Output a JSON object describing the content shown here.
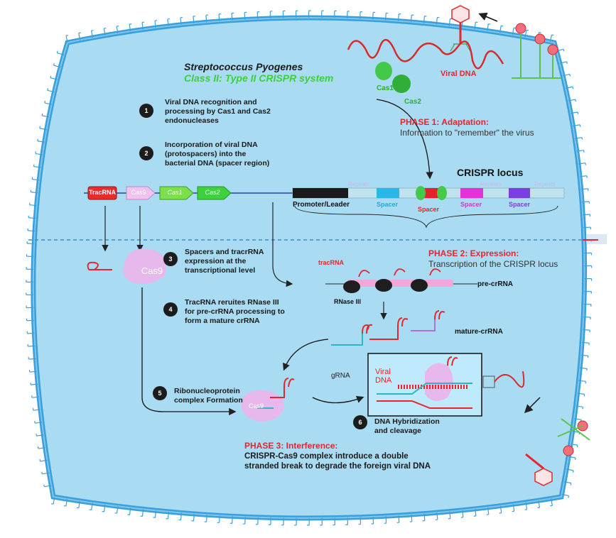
{
  "header": {
    "organism": "Streptococcus Pyogenes",
    "system": "Class II: Type II CRISPR system"
  },
  "steps": [
    {
      "num": "1",
      "text": [
        "Viral DNA recognition and",
        "processing by Cas1 and Cas2",
        "endonucleases"
      ]
    },
    {
      "num": "2",
      "text": [
        "Incorporation of viral DNA",
        "(protospacers) into the",
        "bacterial DNA (spacer region)"
      ]
    },
    {
      "num": "3",
      "text": [
        "Spacers and tracrRNA",
        "expression at the",
        "transcriptional level"
      ]
    },
    {
      "num": "4",
      "text": [
        "TracRNA reruites RNase III",
        "for pre-crRNA processing to",
        "form a mature crRNA"
      ]
    },
    {
      "num": "5",
      "text": [
        "Ribonucleoprotein",
        "complex Formation"
      ]
    },
    {
      "num": "6",
      "text": [
        "DNA Hybridization",
        "and cleavage"
      ]
    }
  ],
  "phases": {
    "phase1_title": "PHASE 1: Adaptation:",
    "phase1_text": "Information to \"remember\" the virus",
    "phase2_title": "PHASE 2: Expression:",
    "phase2_text": "Transcription of the CRISPR locus",
    "phase3_title": "PHASE 3: Interference:",
    "phase3_text": [
      "CRISPR-Cas9 complex introduce a double",
      "stranded break to degrade the foreign viral DNA"
    ]
  },
  "labels": {
    "viral_dna": "Viral DNA",
    "cas1": "Cas1",
    "cas2": "Cas2",
    "crispr_locus": "CRISPR locus",
    "promoter": "Promoter/Leader",
    "repeats": "Repeats",
    "spacer": "Spacer",
    "tracrna_box": "TracRNA",
    "cas9_gene": "Cas9",
    "cas1_gene": "Cas1",
    "cas2_gene": "Cas2",
    "cas9_protein": "Cas9",
    "tracrna_small": "tracRNA",
    "pre_crrna": "pre-crRNA",
    "rnase3": "RNase III",
    "mature_crrna": "mature-crRNA",
    "grna": "gRNA",
    "viral_dna_box": "Viral\nDNA",
    "cas9_complex": "Cas9"
  },
  "colors": {
    "cell_fill": "#a9dcf3",
    "membrane": "#3aa0dc",
    "phase_red": "#e5262e",
    "green_title": "#3ad13a",
    "spacer_blue": "#29b6e8",
    "spacer_red": "#e8222a",
    "spacer_magenta": "#e333d8",
    "spacer_purple": "#7a3fe0",
    "cas9_pink": "#e6b8ec"
  }
}
